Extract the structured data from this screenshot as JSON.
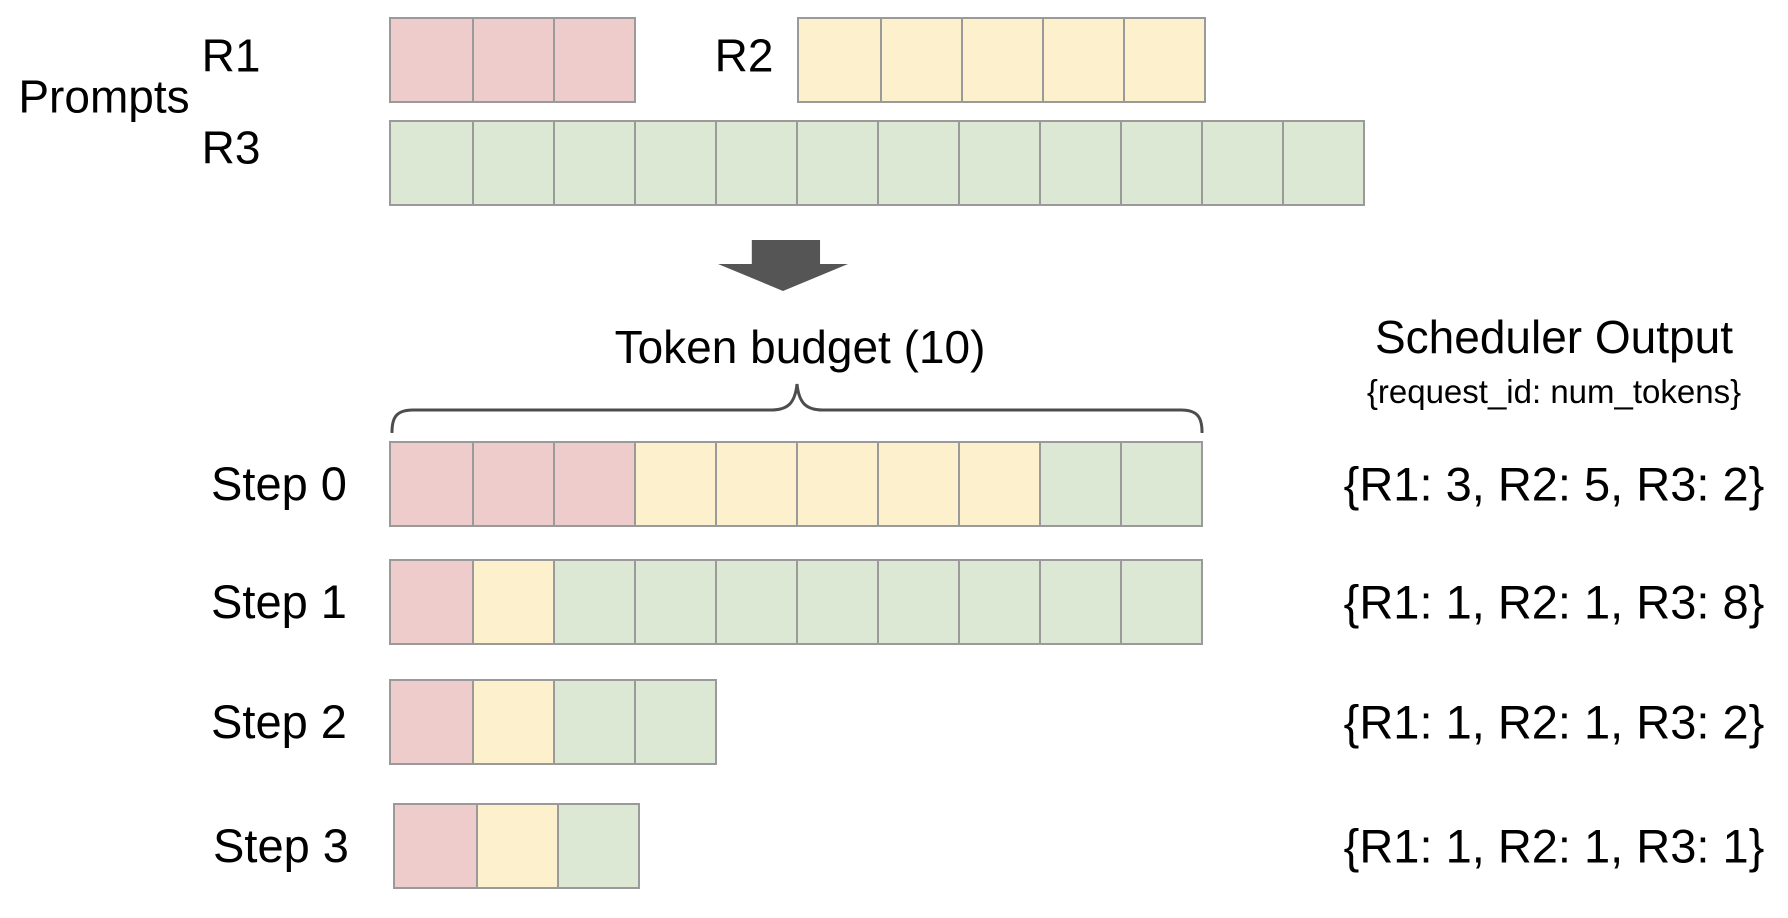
{
  "palette": {
    "r1": "#eecccc",
    "r2": "#fcf0cd",
    "r3": "#dde8d4",
    "cell_border": "#9a9a9a",
    "arrow": "#555555",
    "brace": "#4d4d4d",
    "text": "#000000"
  },
  "icons": {
    "flow_arrow": "down-block-arrow",
    "budget_brace": "curly-brace-up"
  },
  "prompts": {
    "section_label": "Prompts",
    "rows": [
      {
        "label": "R1",
        "tokens": 3,
        "segments": [
          [
            "r1",
            3
          ]
        ]
      },
      {
        "label": "R2",
        "tokens": 5,
        "segments": [
          [
            "r2",
            5
          ]
        ]
      },
      {
        "label": "R3",
        "tokens": 12,
        "segments": [
          [
            "r3",
            12
          ]
        ]
      }
    ]
  },
  "token_budget": {
    "label": "Token budget (10)",
    "value": 10
  },
  "scheduler": {
    "title": "Scheduler Output",
    "subtitle": "{request_id: num_tokens}",
    "steps": [
      {
        "label": "Step 0",
        "segments": [
          [
            "r1",
            3
          ],
          [
            "r2",
            5
          ],
          [
            "r3",
            2
          ]
        ],
        "output": "{R1: 3, R2: 5, R3: 2}"
      },
      {
        "label": "Step 1",
        "segments": [
          [
            "r1",
            1
          ],
          [
            "r2",
            1
          ],
          [
            "r3",
            8
          ]
        ],
        "output": "{R1: 1, R2: 1, R3: 8}"
      },
      {
        "label": "Step 2",
        "segments": [
          [
            "r1",
            1
          ],
          [
            "r2",
            1
          ],
          [
            "r3",
            2
          ]
        ],
        "output": "{R1: 1, R2: 1, R3: 2}"
      },
      {
        "label": "Step 3",
        "segments": [
          [
            "r1",
            1
          ],
          [
            "r2",
            1
          ],
          [
            "r3",
            1
          ]
        ],
        "output": "{R1: 1, R2: 1, R3: 1}"
      }
    ]
  }
}
